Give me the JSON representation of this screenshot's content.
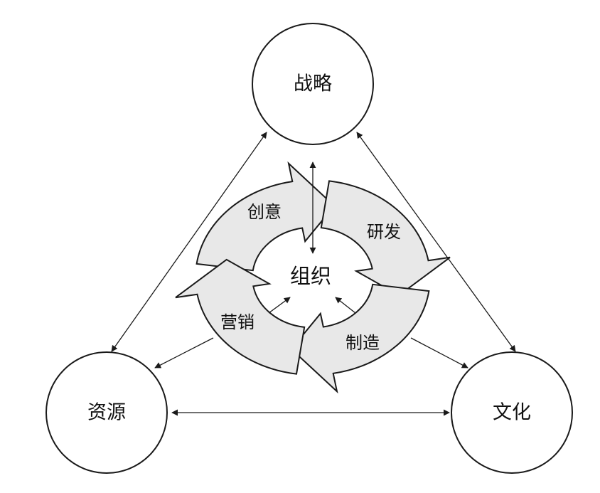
{
  "diagram": {
    "nodes": {
      "strategy": "战略",
      "resources": "资源",
      "culture": "文化"
    },
    "center": "组织",
    "segments": {
      "creativity": "创意",
      "rnd": "研发",
      "manufacturing": "制造",
      "marketing": "营销"
    }
  },
  "colors": {
    "ring_fill": "#e8e8e8",
    "stroke": "#1a1a1a",
    "background": "#ffffff"
  }
}
